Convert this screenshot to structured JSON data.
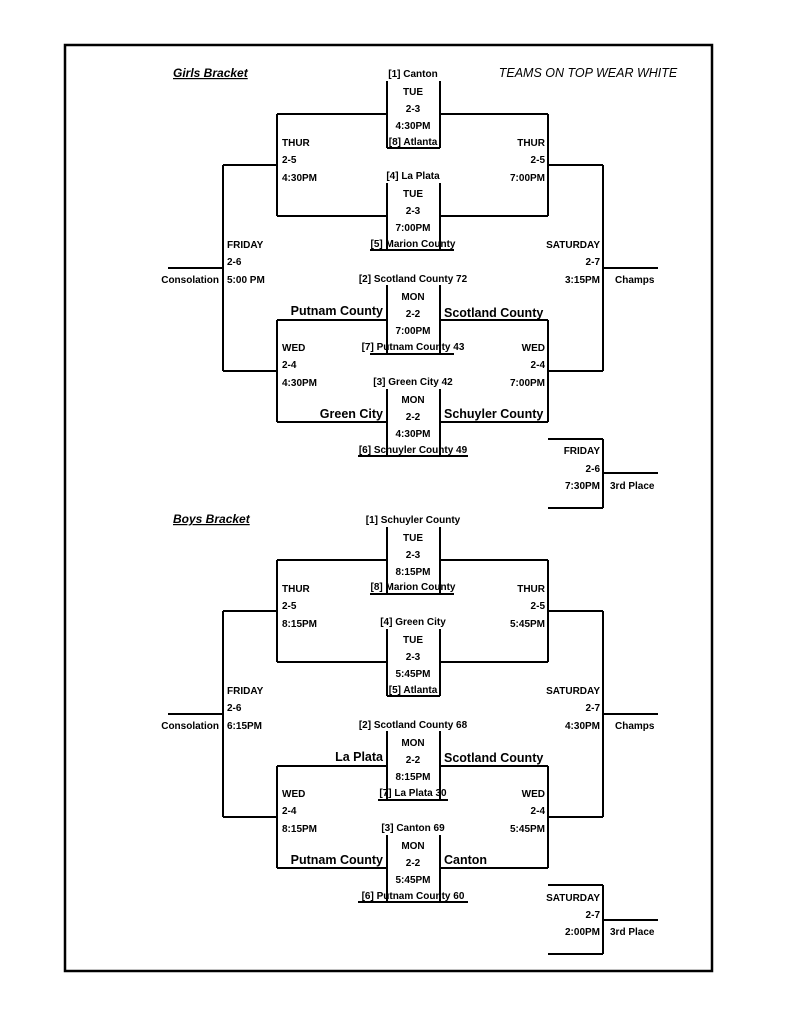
{
  "note": "TEAMS ON TOP WEAR WHITE",
  "girls": {
    "title": "Girls Bracket",
    "q1": {
      "top": "[1]  Canton",
      "day": "TUE",
      "date": "2-3",
      "time": "4:30PM",
      "bottom": "[8] Atlanta"
    },
    "q2": {
      "top": "[4] La Plata",
      "day": "TUE",
      "date": "2-3",
      "time": "7:00PM",
      "bottom": "[5] Marion County"
    },
    "q3": {
      "top": "[2] Scotland County 72",
      "day": "MON",
      "date": "2-2",
      "time": "7:00PM",
      "bottom": "[7] Putnam County 43"
    },
    "q4": {
      "top": "[3] Green City 42",
      "day": "MON",
      "date": "2-2",
      "time": "4:30PM",
      "bottom": "[6] Schuyler County 49"
    },
    "lt": {
      "day": "THUR",
      "date": "2-5",
      "time": "4:30PM"
    },
    "rt": {
      "day": "THUR",
      "date": "2-5",
      "time": "7:00PM"
    },
    "lb": {
      "day": "WED",
      "date": "2-4",
      "time": "4:30PM"
    },
    "rb": {
      "day": "WED",
      "date": "2-4",
      "time": "7:00PM"
    },
    "lf": {
      "day": "FRIDAY",
      "date": "2-6",
      "time": "5:00 PM"
    },
    "rf": {
      "day": "SATURDAY",
      "date": "2-7",
      "time": "3:15PM"
    },
    "consolation": "Consolation",
    "champs": "Champs",
    "w_q3_l": "Putnam County",
    "w_q3_r": "Scotland County",
    "w_q4_l": "Green City",
    "w_q4_r": "Schuyler County",
    "third": {
      "day": "FRIDAY",
      "date": "2-6",
      "time": "7:30PM",
      "label": "3rd Place"
    }
  },
  "boys": {
    "title": "Boys Bracket",
    "q1": {
      "top": "[1] Schuyler County",
      "day": "TUE",
      "date": "2-3",
      "time": "8:15PM",
      "bottom": "[8] Marion County"
    },
    "q2": {
      "top": "[4] Green City",
      "day": "TUE",
      "date": "2-3",
      "time": "5:45PM",
      "bottom": "[5] Atlanta"
    },
    "q3": {
      "top": "[2] Scotland County 68",
      "day": "MON",
      "date": "2-2",
      "time": "8:15PM",
      "bottom": "[7] La Plata 30"
    },
    "q4": {
      "top": "[3] Canton 69",
      "day": "MON",
      "date": "2-2",
      "time": "5:45PM",
      "bottom": "[6] Putnam County 60"
    },
    "lt": {
      "day": "THUR",
      "date": "2-5",
      "time": "8:15PM"
    },
    "rt": {
      "day": "THUR",
      "date": "2-5",
      "time": "5:45PM"
    },
    "lb": {
      "day": "WED",
      "date": "2-4",
      "time": "8:15PM"
    },
    "rb": {
      "day": "WED",
      "date": "2-4",
      "time": "5:45PM"
    },
    "lf": {
      "day": "FRIDAY",
      "date": "2-6",
      "time": "6:15PM"
    },
    "rf": {
      "day": "SATURDAY",
      "date": "2-7",
      "time": "4:30PM"
    },
    "consolation": "Consolation",
    "champs": "Champs",
    "w_q3_l": "La Plata",
    "w_q3_r": "Scotland County",
    "w_q4_l": "Putnam County",
    "w_q4_r": "Canton",
    "third": {
      "day": "SATURDAY",
      "date": "2-7",
      "time": "2:00PM",
      "label": "3rd Place"
    }
  }
}
